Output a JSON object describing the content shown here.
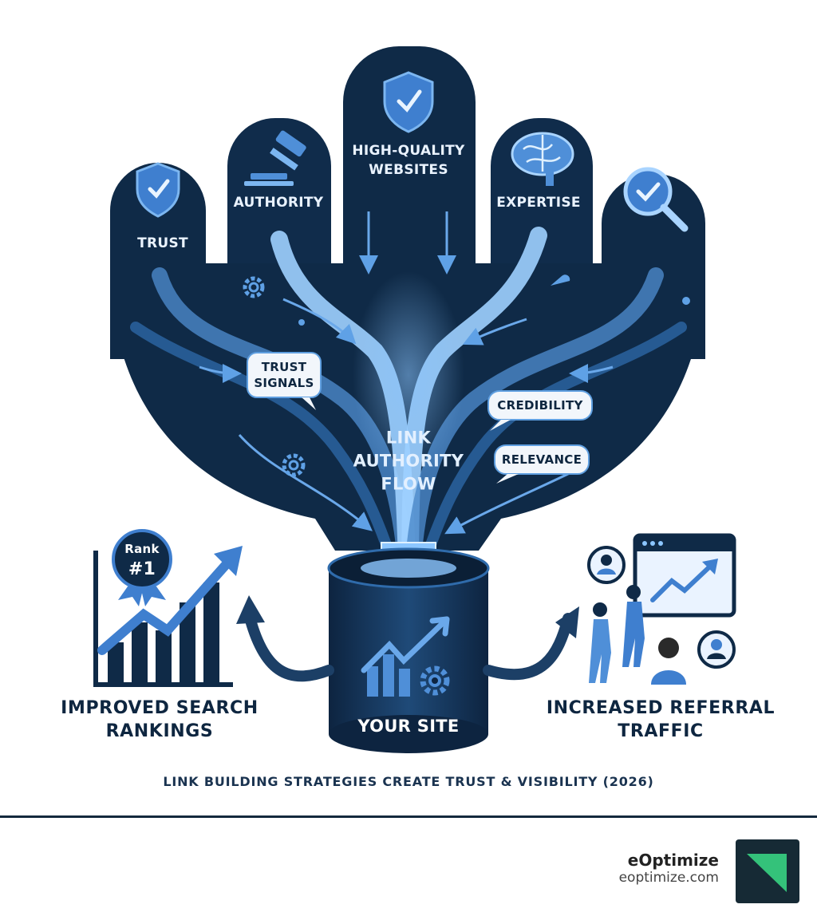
{
  "diagram": {
    "sources": [
      {
        "id": "trust",
        "label": "TRUST",
        "icon": "shield-check-icon"
      },
      {
        "id": "authority",
        "label": "AUTHORITY",
        "icon": "gavel-icon"
      },
      {
        "id": "high-quality-websites",
        "label": "HIGH-QUALITY WEBSITES",
        "icon": "shield-check-icon"
      },
      {
        "id": "expertise",
        "label": "EXPERTISE",
        "icon": "brain-icon"
      },
      {
        "id": "verification",
        "label": "",
        "icon": "magnifier-check-icon"
      }
    ],
    "bubbles": {
      "trust_signals": "TRUST SIGNALS",
      "credibility": "CREDIBILITY",
      "relevance": "RELEVANCE"
    },
    "center_label": "LINK AUTHORITY FLOW",
    "site_label": "YOUR SITE",
    "outcomes": {
      "left": {
        "label": "IMPROVED SEARCH RANKINGS",
        "icon": "rising-bar-chart-icon"
      },
      "right": {
        "label": "INCREASED REFERRAL TRAFFIC",
        "icon": "visitors-traffic-icon"
      }
    },
    "rank_badge": {
      "line1": "Rank",
      "line2": "#1"
    },
    "caption": "LINK BUILDING STRATEGIES CREATE TRUST & VISIBILITY (2026)"
  },
  "footer": {
    "brand_name": "eOptimize",
    "brand_url": "eoptimize.com"
  },
  "colors": {
    "navy": "#0f2a47",
    "navy_dark": "#0b1f36",
    "accent_blue": "#4f8fd8",
    "glow": "#bfe0ff",
    "logo_bg": "#162a35",
    "logo_green": "#34c27a"
  }
}
